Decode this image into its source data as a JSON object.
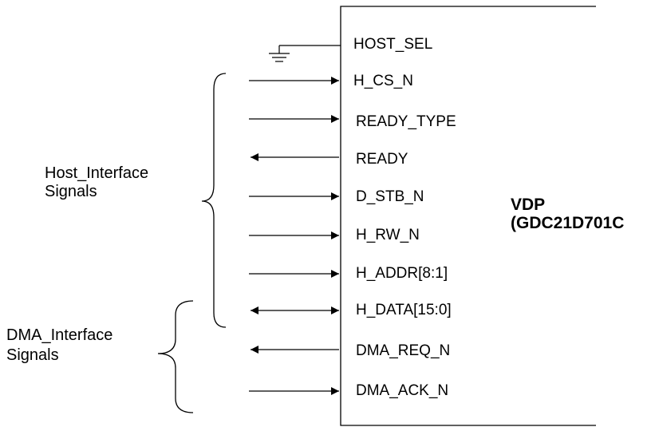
{
  "chip": {
    "name": "VDP",
    "part": "(GDC21D701C"
  },
  "groups": {
    "host": {
      "line1": "Host_Interface",
      "line2": "Signals"
    },
    "dma": {
      "line1": "DMA_Interface",
      "line2": "Signals"
    }
  },
  "signals": [
    {
      "label": "HOST_SEL",
      "direction": "ground"
    },
    {
      "label": "H_CS_N",
      "direction": "in"
    },
    {
      "label": "READY_TYPE",
      "direction": "in"
    },
    {
      "label": "READY",
      "direction": "out"
    },
    {
      "label": "D_STB_N",
      "direction": "in"
    },
    {
      "label": "H_RW_N",
      "direction": "in"
    },
    {
      "label": "H_ADDR[8:1]",
      "direction": "in"
    },
    {
      "label": "H_DATA[15:0]",
      "direction": "bidir"
    },
    {
      "label": "DMA_REQ_N",
      "direction": "out"
    },
    {
      "label": "DMA_ACK_N",
      "direction": "in"
    }
  ]
}
